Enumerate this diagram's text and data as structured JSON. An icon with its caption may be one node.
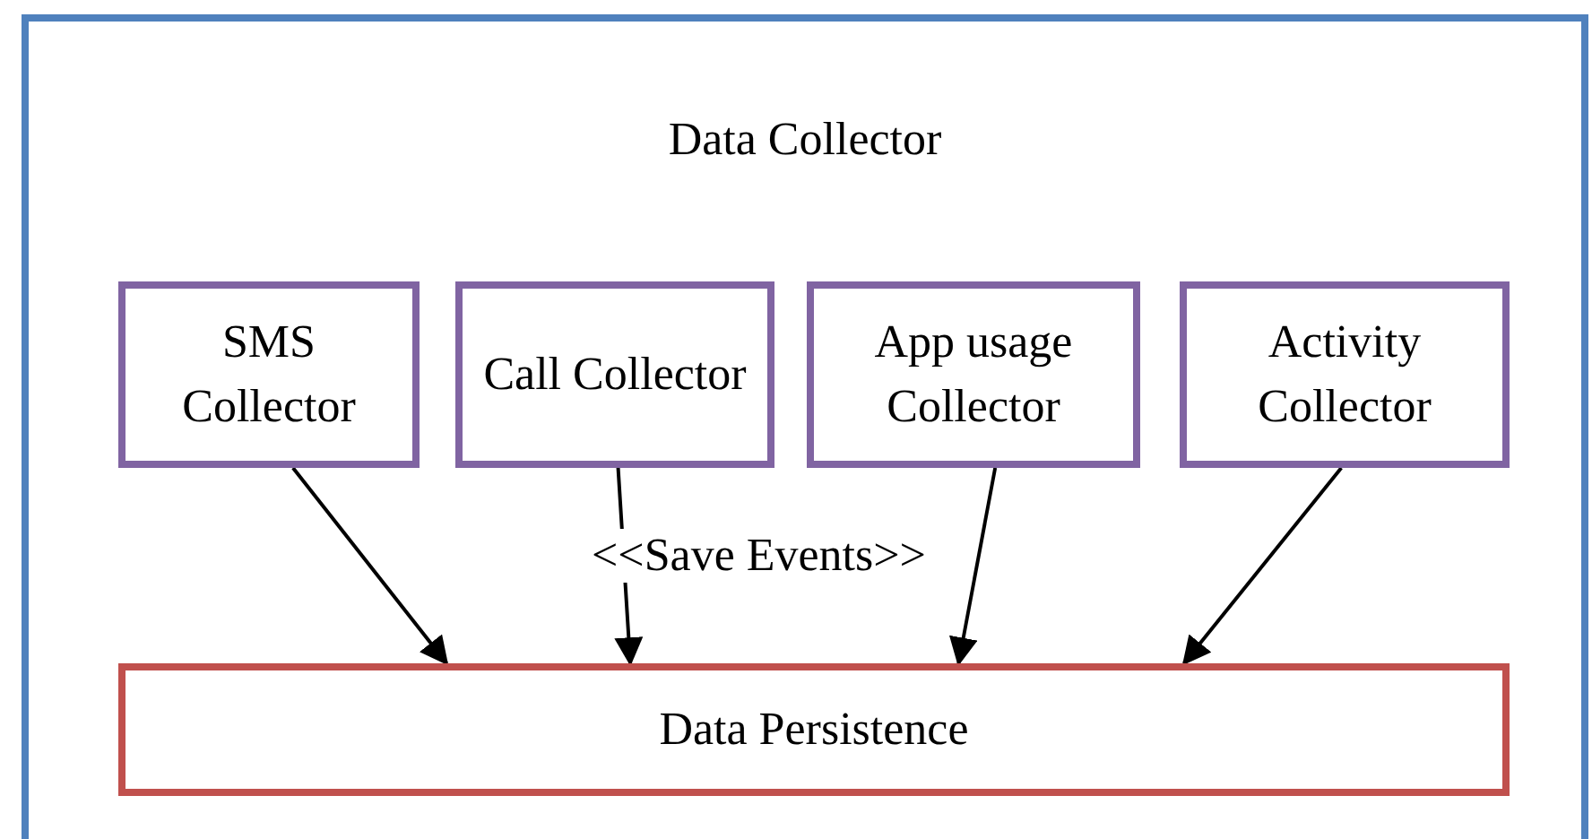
{
  "diagram": {
    "nodes": [
      {
        "text": [
          "Data Collector"
        ]
      },
      {
        "text": [
          "SMS Collector"
        ],
        "in": 0
      },
      {
        "text": [
          "Call Collector"
        ],
        "in": 0
      },
      {
        "text": [
          "App usage Collector"
        ],
        "in": 0
      },
      {
        "text": [
          "Activity Collector"
        ],
        "in": 0
      },
      {
        "text": [
          "Data Persistence"
        ],
        "in": 0
      }
    ],
    "edges": [
      {
        "from": 1,
        "to": 5,
        "arrow": "to"
      },
      {
        "from": 2,
        "to": 5,
        "arrow": "to"
      },
      {
        "from": 3,
        "to": 5,
        "arrow": "to"
      },
      {
        "from": 4,
        "to": 5,
        "arrow": "to"
      }
    ],
    "labels": [
      "<<Save Events>>"
    ]
  }
}
